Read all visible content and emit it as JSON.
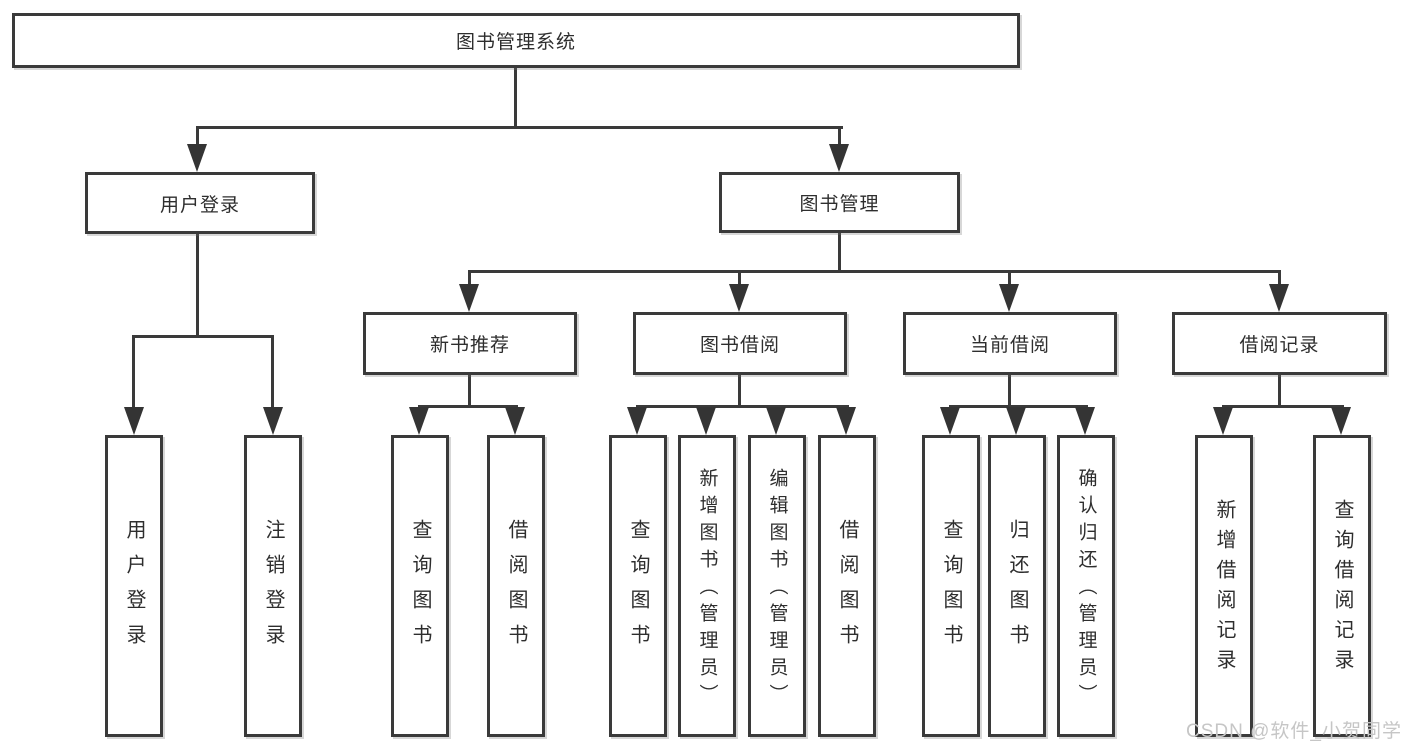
{
  "colors": {
    "line": "#3a3a3a",
    "box_border": "#3a3a3a",
    "text": "#2e2e2e",
    "watermark": "#c6c6c6",
    "background": "#ffffff"
  },
  "root": {
    "label": "图书管理系统"
  },
  "level2": {
    "user_login": "用户登录",
    "book_management": "图书管理"
  },
  "level3": {
    "new_books": "新书推荐",
    "book_borrow": "图书借阅",
    "current_borrow": "当前借阅",
    "borrow_records": "借阅记录"
  },
  "leaves": {
    "user_login": [
      "用户登录",
      "注销登录"
    ],
    "new_books": [
      "查询图书",
      "借阅图书"
    ],
    "book_borrow": [
      "查询图书",
      "新增图书（管理员）",
      "编辑图书（管理员）",
      "借阅图书"
    ],
    "current_borrow": [
      "查询图书",
      "归还图书",
      "确认归还（管理员）"
    ],
    "borrow_records": [
      "新增借阅记录",
      "查询借阅记录"
    ]
  },
  "watermark": "CSDN @软件_小贺同学"
}
